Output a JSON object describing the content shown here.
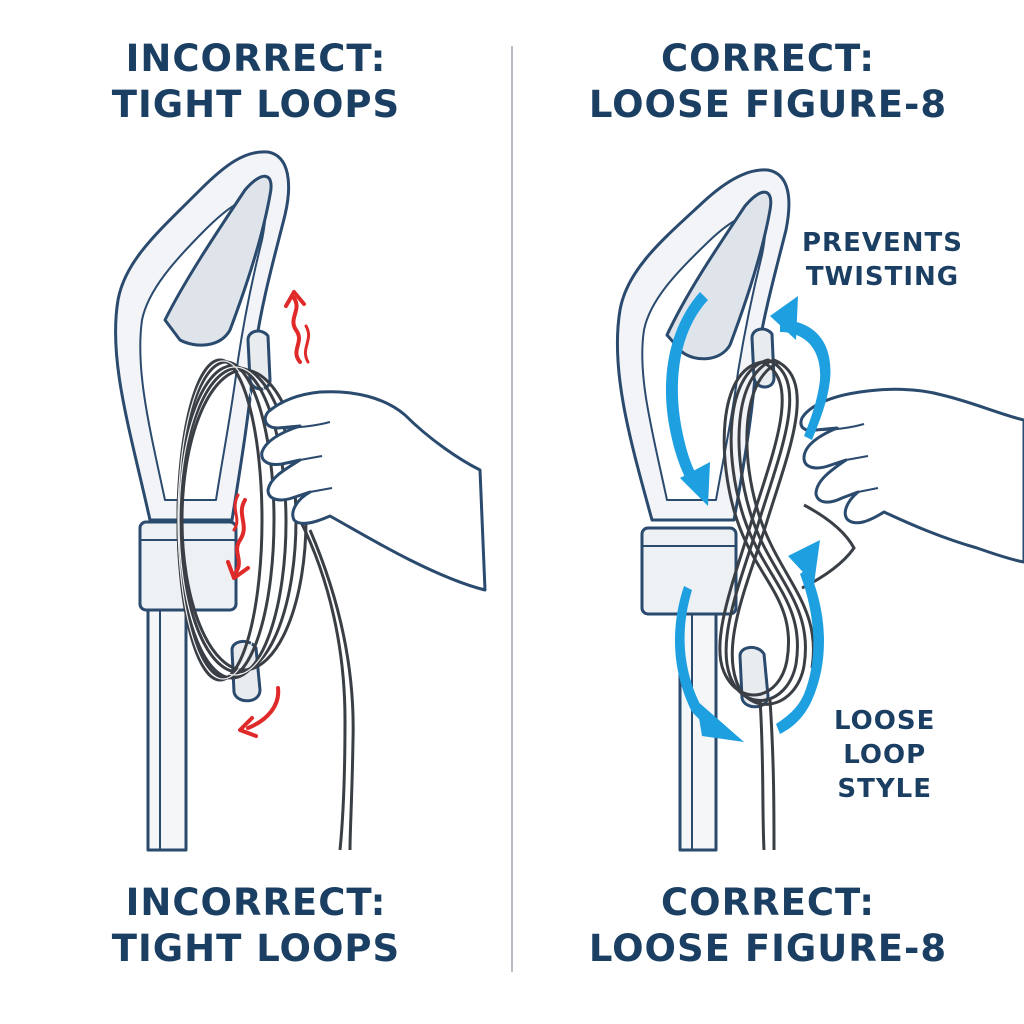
{
  "colors": {
    "heading": "#1b3f63",
    "outline": "#2a4a6e",
    "cord": "#3a3f46",
    "incorrect_arrows": "#e02a2a",
    "correct_arrows": "#1e9fe0"
  },
  "left_panel": {
    "title_line1": "INCORRECT:",
    "title_line2": "TIGHT LOOPS",
    "footer_line1": "INCORRECT:",
    "footer_line2": "TIGHT LOOPS"
  },
  "right_panel": {
    "title_line1": "CORRECT:",
    "title_line2": "LOOSE FIGURE-8",
    "footer_line1": "CORRECT:",
    "footer_line2": "LOOSE FIGURE-8",
    "callout_top_line1": "PREVENTS",
    "callout_top_line2": "TWISTING",
    "callout_bottom_line1": "LOOSE",
    "callout_bottom_line2": "LOOP",
    "callout_bottom_line3": "STYLE"
  },
  "icons": {
    "left": [
      "vacuum-handle-icon",
      "cord-hook-icon",
      "hand-icon",
      "twist-arrow-icon"
    ],
    "right": [
      "vacuum-handle-icon",
      "cord-hook-icon",
      "hand-icon",
      "circular-arrow-icon"
    ]
  }
}
